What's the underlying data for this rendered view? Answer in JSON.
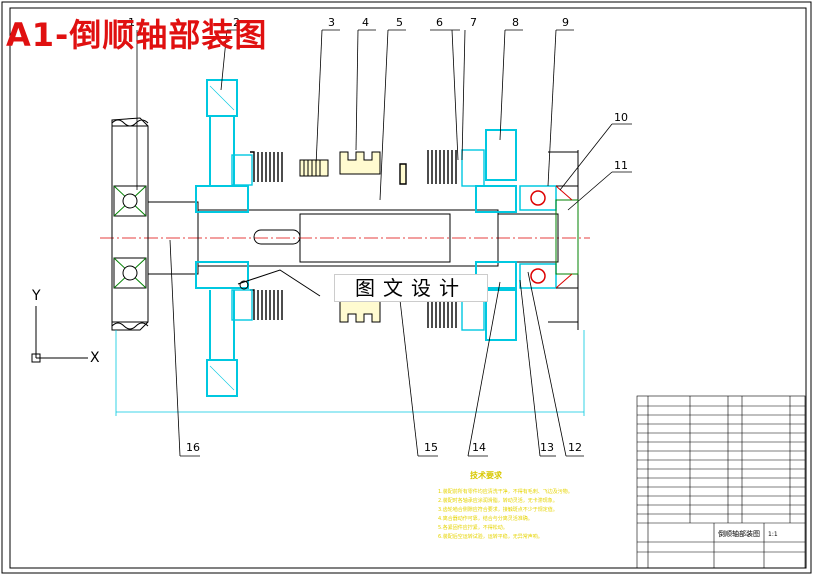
{
  "title": "A1-倒顺轴部装图",
  "watermark": "图文设计",
  "callouts": [
    "1",
    "2",
    "3",
    "4",
    "5",
    "6",
    "7",
    "8",
    "9",
    "10",
    "11",
    "12",
    "13",
    "14",
    "15",
    "16"
  ],
  "axis": {
    "x": "X",
    "y": "Y"
  },
  "tech_requirements": {
    "title": "技术要求",
    "lines": [
      "1.装配前所有零件均应清洗干净，不得有毛刺、飞边及污物。",
      "2.装配时各轴承应涂润滑脂，转动灵活，无卡滞现象。",
      "3.齿轮啮合侧隙应符合要求，接触斑点不少于规定值。",
      "4.离合器动作可靠，结合与分离灵活准确。",
      "5.各紧固件应拧紧，不得松动。",
      "6.装配后空运转试验，运转平稳，无异常声响。"
    ]
  },
  "title_block": {
    "drawing_name": "倒顺轴部装图",
    "scale": "1:1"
  },
  "colors": {
    "part_outline": "#00c8e0",
    "title": "#e01010",
    "requirements": "#e6d400",
    "lines": "#000000"
  }
}
